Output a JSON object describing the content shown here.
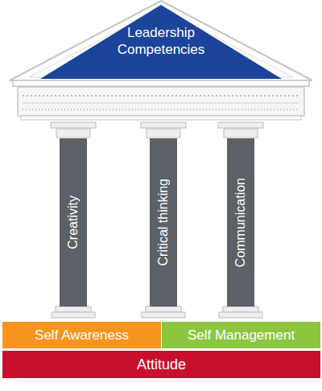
{
  "diagram": {
    "nodes": [
      {
        "text": [
          "Leadership Competencies"
        ]
      },
      {
        "text": [
          "Creativity"
        ]
      },
      {
        "text": [
          "Critical thinking"
        ]
      },
      {
        "text": [
          "Communication"
        ]
      },
      {
        "text": [
          "Self Awareness"
        ]
      },
      {
        "text": [
          "Self Management"
        ]
      },
      {
        "text": [
          "Attitude"
        ]
      }
    ]
  }
}
